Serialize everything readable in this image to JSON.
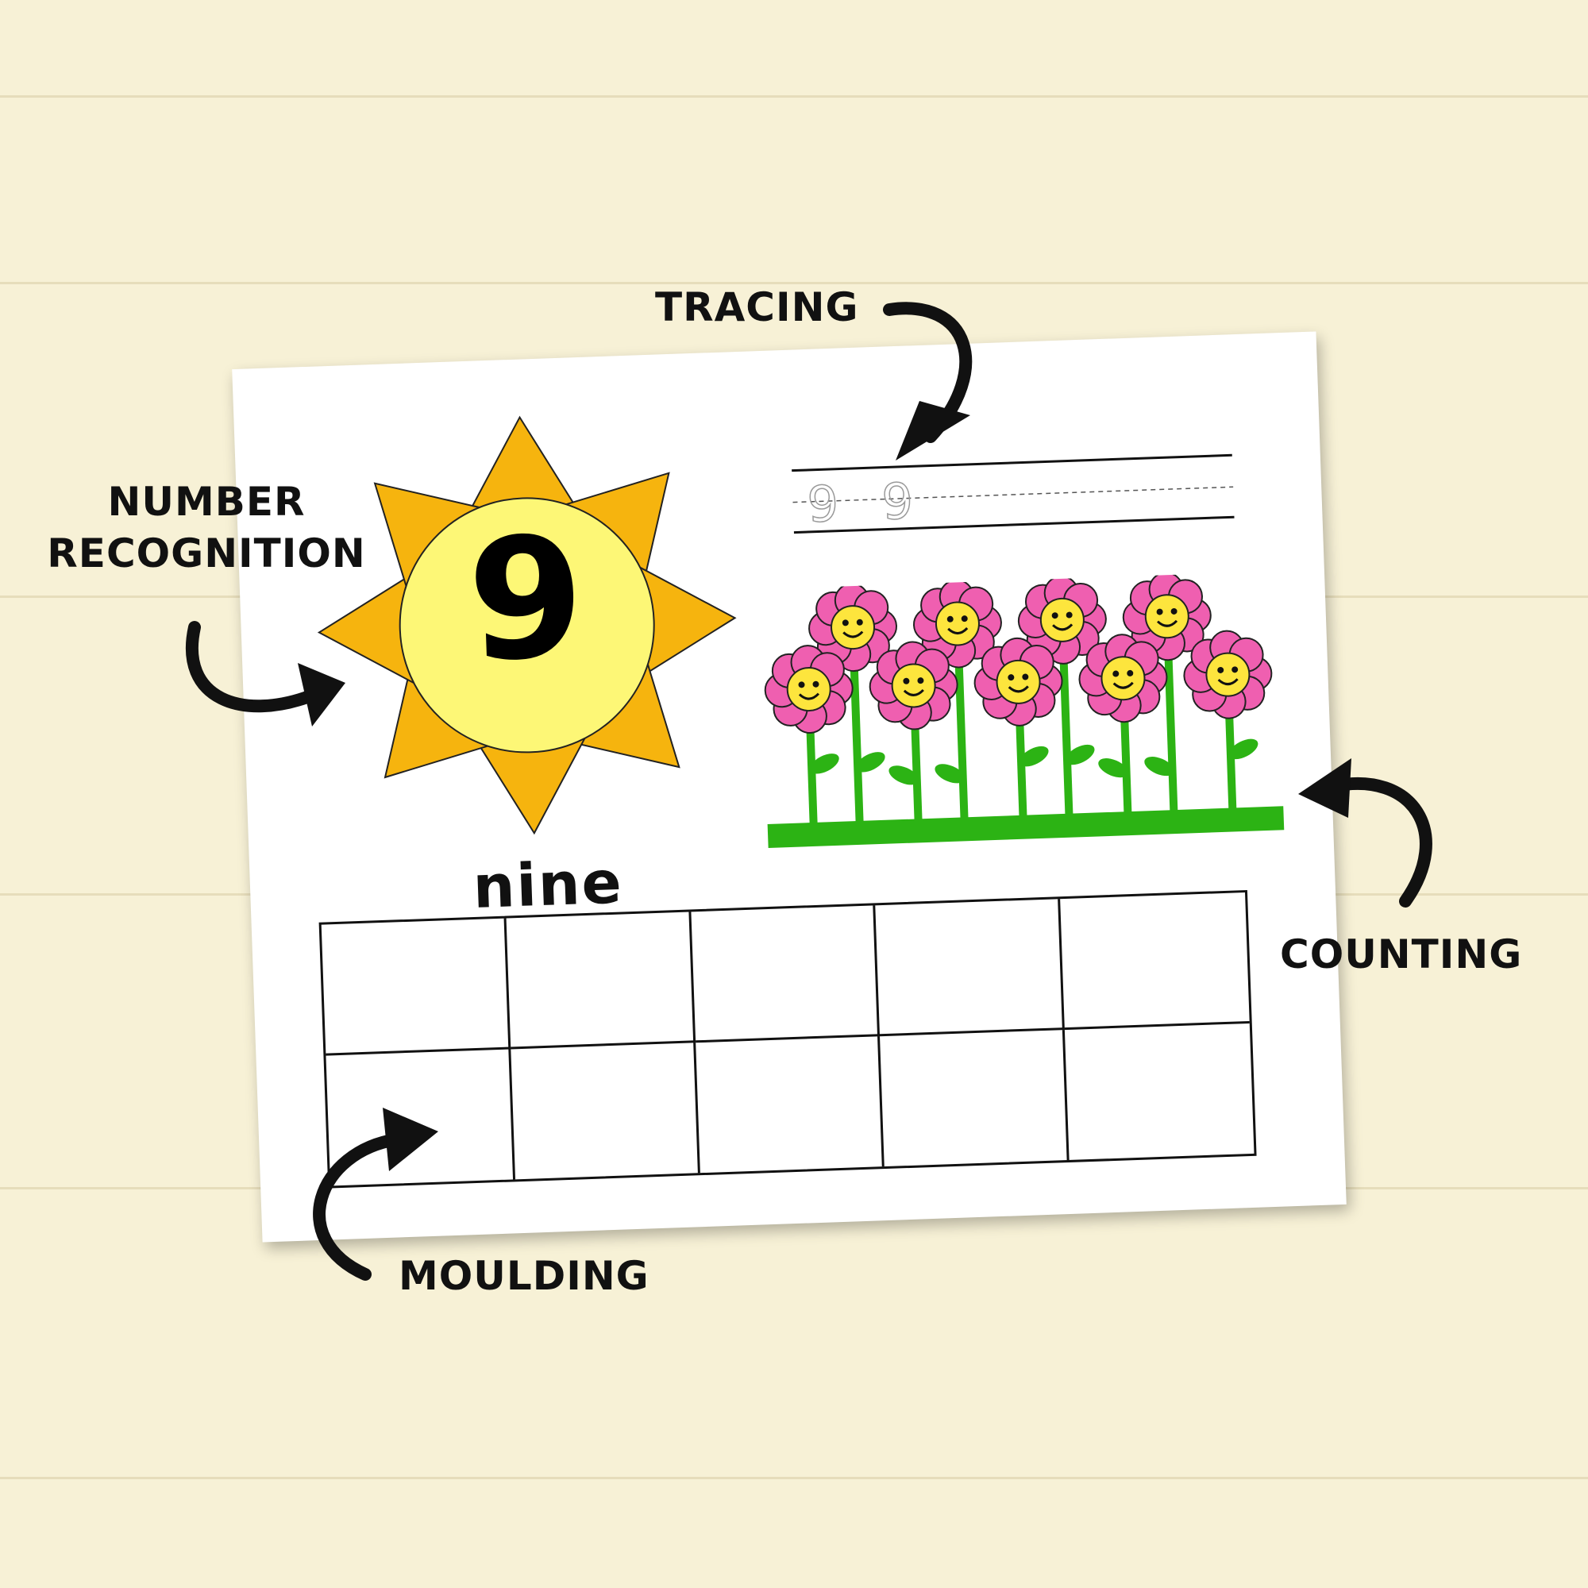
{
  "callouts": {
    "tracing": "TRACING",
    "number_recognition_line1": "NUMBER",
    "number_recognition_line2": "RECOGNITION",
    "counting": "COUNTING",
    "moulding": "MOULDING"
  },
  "worksheet": {
    "numeral": "9",
    "number_word": "nine",
    "tracing_glyphs": [
      "9",
      "9"
    ],
    "flower_count": 9,
    "ten_frame_cells": 10
  },
  "colors": {
    "background": "#f7f1d6",
    "sun_rays": "#f6b40e",
    "sun_center": "#fdf776",
    "petal": "#ef5fb0",
    "flower_face": "#fde53d",
    "stem": "#2cb314"
  },
  "icons": [
    "sun-icon",
    "flower-icon",
    "curved-arrow-icon"
  ]
}
